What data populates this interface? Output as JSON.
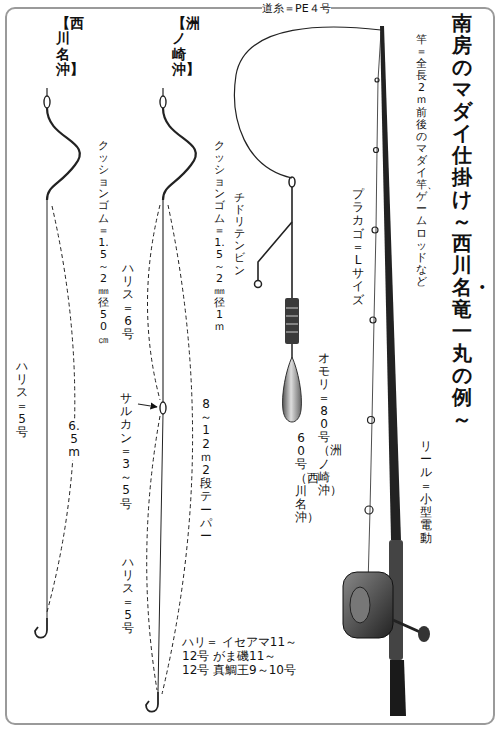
{
  "diagram": {
    "title": "南房のマダイ仕掛け～西川名・竜一丸の例～",
    "labels": [
      "道糸＝PE４号",
      "竿＝全長2ｍ前後のマダイ竿、ゲームロッドなど",
      "リール＝小型電動",
      "チドリテンビン",
      "プラカゴ＝Lサイズ",
      "オモリ＝80号（洲ノ崎沖）",
      "60号（西川名沖）",
      "【西川名沖】",
      "クッションゴム＝1.5～2㎜径50㎝",
      "ハリス＝5号",
      "6.5m",
      "【洲ノ崎沖】",
      "クッションゴム＝1.5～2㎜径1ｍ",
      "ハリス＝6号",
      "サルカン＝3～5号",
      "8～12ｍ 2段テーパー",
      "ハリス＝5号",
      "ハリ＝ イセアマ11～12号 がま磯11～12号 真鯛王9～10号"
    ]
  }
}
